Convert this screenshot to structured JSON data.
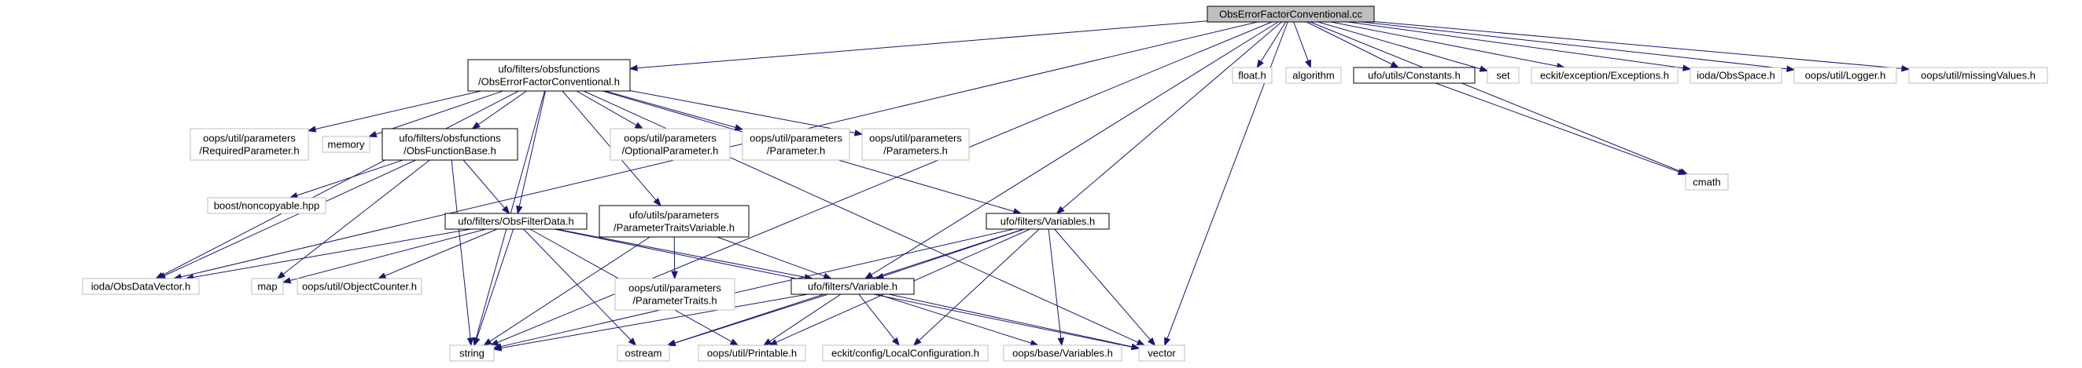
{
  "colors": {
    "edge": "#191970",
    "node_border_documented": "#000000",
    "node_border_undocumented": "#bfbfbf",
    "root_fill": "#bfbfbf",
    "node_fill": "#ffffff"
  },
  "nodes": [
    {
      "id": "root",
      "lines": [
        "ObsErrorFactorConventional.cc"
      ],
      "kind": "root"
    },
    {
      "id": "ofc_h",
      "lines": [
        "ufo/filters/obsfunctions",
        "/ObsErrorFactorConventional.h"
      ],
      "kind": "documented"
    },
    {
      "id": "floath",
      "lines": [
        "float.h"
      ],
      "kind": "external"
    },
    {
      "id": "algorithm",
      "lines": [
        "algorithm"
      ],
      "kind": "external"
    },
    {
      "id": "constants",
      "lines": [
        "ufo/utils/Constants.h"
      ],
      "kind": "documented"
    },
    {
      "id": "set",
      "lines": [
        "set"
      ],
      "kind": "external"
    },
    {
      "id": "exceptions",
      "lines": [
        "eckit/exception/Exceptions.h"
      ],
      "kind": "external"
    },
    {
      "id": "obsspace",
      "lines": [
        "ioda/ObsSpace.h"
      ],
      "kind": "external"
    },
    {
      "id": "logger",
      "lines": [
        "oops/util/Logger.h"
      ],
      "kind": "external"
    },
    {
      "id": "missing",
      "lines": [
        "oops/util/missingValues.h"
      ],
      "kind": "external"
    },
    {
      "id": "reqparam",
      "lines": [
        "oops/util/parameters",
        "/RequiredParameter.h"
      ],
      "kind": "external"
    },
    {
      "id": "memory",
      "lines": [
        "memory"
      ],
      "kind": "external"
    },
    {
      "id": "funcbase",
      "lines": [
        "ufo/filters/obsfunctions",
        "/ObsFunctionBase.h"
      ],
      "kind": "documented"
    },
    {
      "id": "optparam",
      "lines": [
        "oops/util/parameters",
        "/OptionalParameter.h"
      ],
      "kind": "external"
    },
    {
      "id": "param",
      "lines": [
        "oops/util/parameters",
        "/Parameter.h"
      ],
      "kind": "external"
    },
    {
      "id": "params",
      "lines": [
        "oops/util/parameters",
        "/Parameters.h"
      ],
      "kind": "external"
    },
    {
      "id": "cmath",
      "lines": [
        "cmath"
      ],
      "kind": "external"
    },
    {
      "id": "noncopy",
      "lines": [
        "boost/noncopyable.hpp"
      ],
      "kind": "external"
    },
    {
      "id": "filterdata",
      "lines": [
        "ufo/filters/ObsFilterData.h"
      ],
      "kind": "documented"
    },
    {
      "id": "ptv",
      "lines": [
        "ufo/utils/parameters",
        "/ParameterTraitsVariable.h"
      ],
      "kind": "documented"
    },
    {
      "id": "variables",
      "lines": [
        "ufo/filters/Variables.h"
      ],
      "kind": "documented"
    },
    {
      "id": "obsdatavec",
      "lines": [
        "ioda/ObsDataVector.h"
      ],
      "kind": "external"
    },
    {
      "id": "map",
      "lines": [
        "map"
      ],
      "kind": "external"
    },
    {
      "id": "objcounter",
      "lines": [
        "oops/util/ObjectCounter.h"
      ],
      "kind": "external"
    },
    {
      "id": "ptraits",
      "lines": [
        "oops/util/parameters",
        "/ParameterTraits.h"
      ],
      "kind": "external"
    },
    {
      "id": "variable",
      "lines": [
        "ufo/filters/Variable.h"
      ],
      "kind": "documented"
    },
    {
      "id": "string",
      "lines": [
        "string"
      ],
      "kind": "external"
    },
    {
      "id": "ostream",
      "lines": [
        "ostream"
      ],
      "kind": "external"
    },
    {
      "id": "printable",
      "lines": [
        "oops/util/Printable.h"
      ],
      "kind": "external"
    },
    {
      "id": "localconf",
      "lines": [
        "eckit/config/LocalConfiguration.h"
      ],
      "kind": "external"
    },
    {
      "id": "basevars",
      "lines": [
        "oops/base/Variables.h"
      ],
      "kind": "external"
    },
    {
      "id": "vector",
      "lines": [
        "vector"
      ],
      "kind": "external"
    }
  ],
  "edges": [
    [
      "root",
      "ofc_h"
    ],
    [
      "root",
      "floath"
    ],
    [
      "root",
      "algorithm"
    ],
    [
      "root",
      "constants"
    ],
    [
      "root",
      "set"
    ],
    [
      "root",
      "exceptions"
    ],
    [
      "root",
      "obsspace"
    ],
    [
      "root",
      "logger"
    ],
    [
      "root",
      "missing"
    ],
    [
      "root",
      "string"
    ],
    [
      "root",
      "obsdatavec"
    ],
    [
      "root",
      "variable"
    ],
    [
      "root",
      "variables"
    ],
    [
      "root",
      "vector"
    ],
    [
      "root",
      "cmath"
    ],
    [
      "constants",
      "cmath"
    ],
    [
      "ofc_h",
      "reqparam"
    ],
    [
      "ofc_h",
      "memory"
    ],
    [
      "ofc_h",
      "funcbase"
    ],
    [
      "ofc_h",
      "optparam"
    ],
    [
      "ofc_h",
      "param"
    ],
    [
      "ofc_h",
      "params"
    ],
    [
      "ofc_h",
      "filterdata"
    ],
    [
      "ofc_h",
      "ptv"
    ],
    [
      "ofc_h",
      "variables"
    ],
    [
      "ofc_h",
      "obsdatavec"
    ],
    [
      "ofc_h",
      "string"
    ],
    [
      "ofc_h",
      "vector"
    ],
    [
      "funcbase",
      "noncopy"
    ],
    [
      "funcbase",
      "filterdata"
    ],
    [
      "funcbase",
      "obsdatavec"
    ],
    [
      "funcbase",
      "map"
    ],
    [
      "funcbase",
      "string"
    ],
    [
      "filterdata",
      "obsdatavec"
    ],
    [
      "filterdata",
      "map"
    ],
    [
      "filterdata",
      "objcounter"
    ],
    [
      "filterdata",
      "variable"
    ],
    [
      "filterdata",
      "string"
    ],
    [
      "filterdata",
      "ostream"
    ],
    [
      "filterdata",
      "printable"
    ],
    [
      "filterdata",
      "vector"
    ],
    [
      "ptv",
      "ptraits"
    ],
    [
      "ptv",
      "variable"
    ],
    [
      "ptv",
      "string"
    ],
    [
      "variables",
      "variable"
    ],
    [
      "variables",
      "string"
    ],
    [
      "variables",
      "ostream"
    ],
    [
      "variables",
      "printable"
    ],
    [
      "variables",
      "localconf"
    ],
    [
      "variables",
      "basevars"
    ],
    [
      "variables",
      "vector"
    ],
    [
      "variable",
      "string"
    ],
    [
      "variable",
      "ostream"
    ],
    [
      "variable",
      "printable"
    ],
    [
      "variable",
      "localconf"
    ],
    [
      "variable",
      "basevars"
    ],
    [
      "variable",
      "vector"
    ]
  ]
}
